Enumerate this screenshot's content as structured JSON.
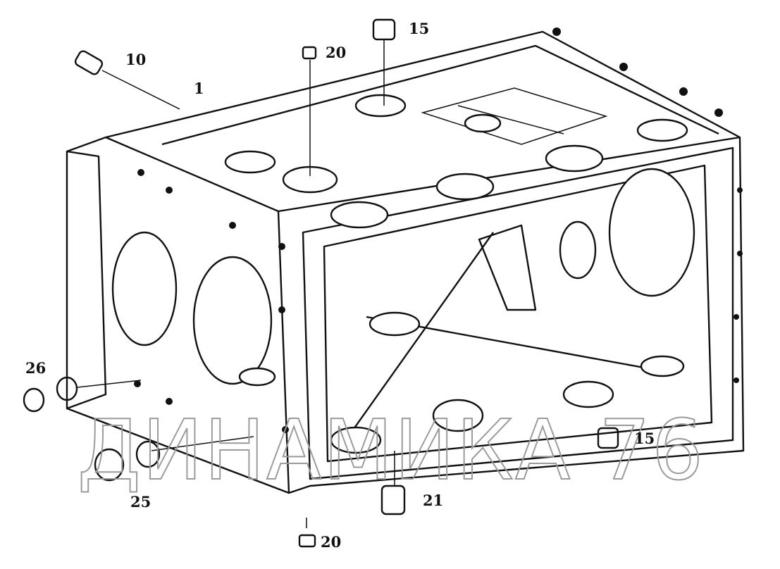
{
  "diagram": {
    "part_labels": {
      "housing": "1",
      "plug_top_left": "10",
      "plug_top_center": "20",
      "plug_top_right": "15",
      "plug_right": "15",
      "bushing_left": "26",
      "bushing_bottom_left": "25",
      "plug_bottom": "21",
      "plug_bottom_small": "20"
    },
    "watermark": "ДИНАМИКА 76"
  }
}
